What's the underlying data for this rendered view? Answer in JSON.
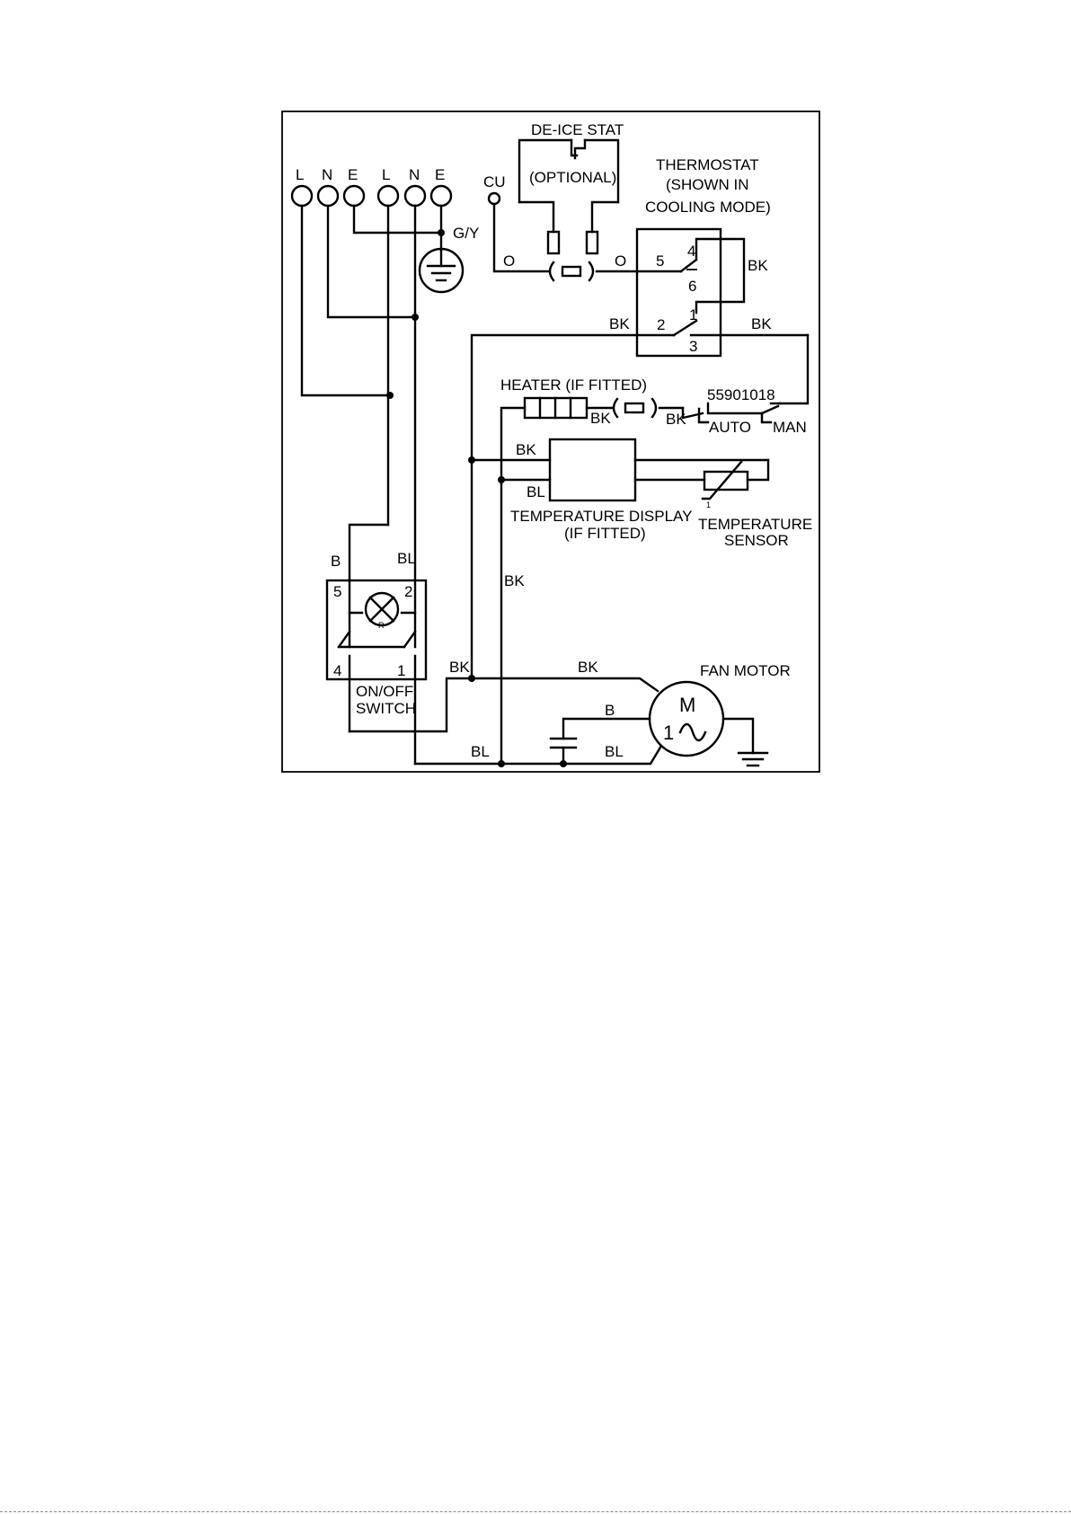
{
  "terminals": [
    "L",
    "N",
    "E",
    "L",
    "N",
    "E"
  ],
  "labels": {
    "earth": "G/Y",
    "cu": "CU",
    "o_left": "O",
    "o_right": "O",
    "deice_title": "DE-ICE STAT",
    "deice_optional": "(OPTIONAL)",
    "thermostat_1": "THERMOSTAT",
    "thermostat_2": "(SHOWN IN",
    "thermostat_3": "COOLING MODE)",
    "t5": "5",
    "t4": "4",
    "t6": "6",
    "t2": "2",
    "t1": "1",
    "t3": "3",
    "bk_thermo_right": "BK",
    "bk_thermo_left": "BK",
    "bk_thermo_out": "BK",
    "heater": "HEATER (IF FITTED)",
    "bk_heater_a": "BK",
    "bk_heater_b": "BK",
    "cutout_code": "55901018",
    "auto": "AUTO",
    "man": "MAN",
    "bk_display": "BK",
    "bl_display": "BL",
    "display_1": "TEMPERATURE DISPLAY",
    "display_2": "(IF FITTED)",
    "sensor_1": "TEMPERATURE",
    "sensor_2": "SENSOR",
    "sensor_mark": "1",
    "sw_b": "B",
    "sw_bl": "BL",
    "sw5": "5",
    "sw2": "2",
    "sw4": "4",
    "sw1": "1",
    "lamp_r": "R",
    "switch_1": "ON/OFF",
    "switch_2": "SWITCH",
    "bk_vertical": "BK",
    "bk_fan_left": "BK",
    "bk_fan_top": "BK",
    "fan_title": "FAN MOTOR",
    "motor_m": "M",
    "motor_1": "1",
    "b_cap": "B",
    "bl_cap": "BL",
    "bl_bottom": "BL"
  }
}
